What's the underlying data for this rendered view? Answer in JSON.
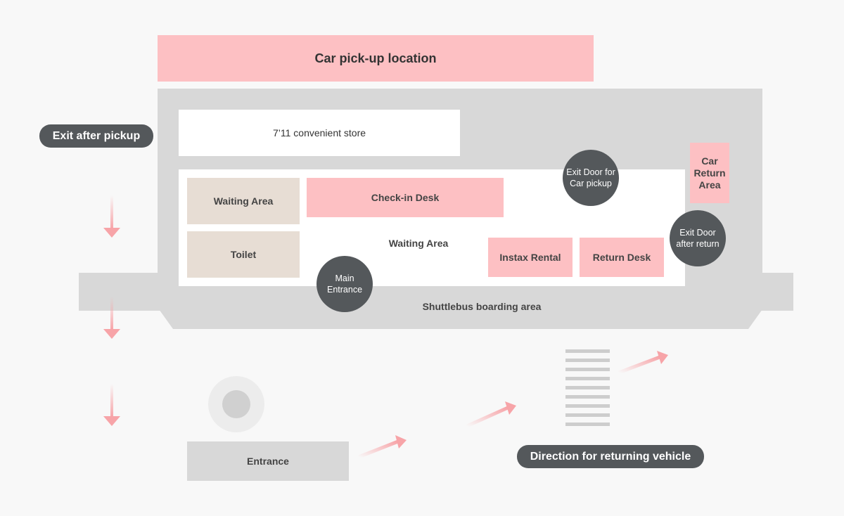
{
  "labels": {
    "pickup_location": "Car pick-up location",
    "exit_after_pickup": "Exit after pickup",
    "convenience_store": "7’11 convenient store",
    "car_return_area": "Car\nReturn\nArea",
    "exit_door_pickup": "Exit Door for\nCar pickup",
    "exit_door_return": "Exit Door\nafter return",
    "waiting_area_left": "Waiting Area",
    "checkin_desk": "Check-in Desk",
    "waiting_area_center": "Waiting Area",
    "toilet": "Toilet",
    "instax_rental": "Instax Rental",
    "return_desk": "Return Desk",
    "main_entrance": "Main\nEntrance",
    "shuttlebus_area": "Shuttlebus boarding area",
    "entrance": "Entrance",
    "return_direction": "Direction for returning vehicle"
  },
  "colors": {
    "pink": "#fdc0c3",
    "beige": "#e7ddd4",
    "building_grey": "#d8d8d8",
    "marker_dark": "#54585b",
    "arrow_pink": "#f7a4a8"
  }
}
